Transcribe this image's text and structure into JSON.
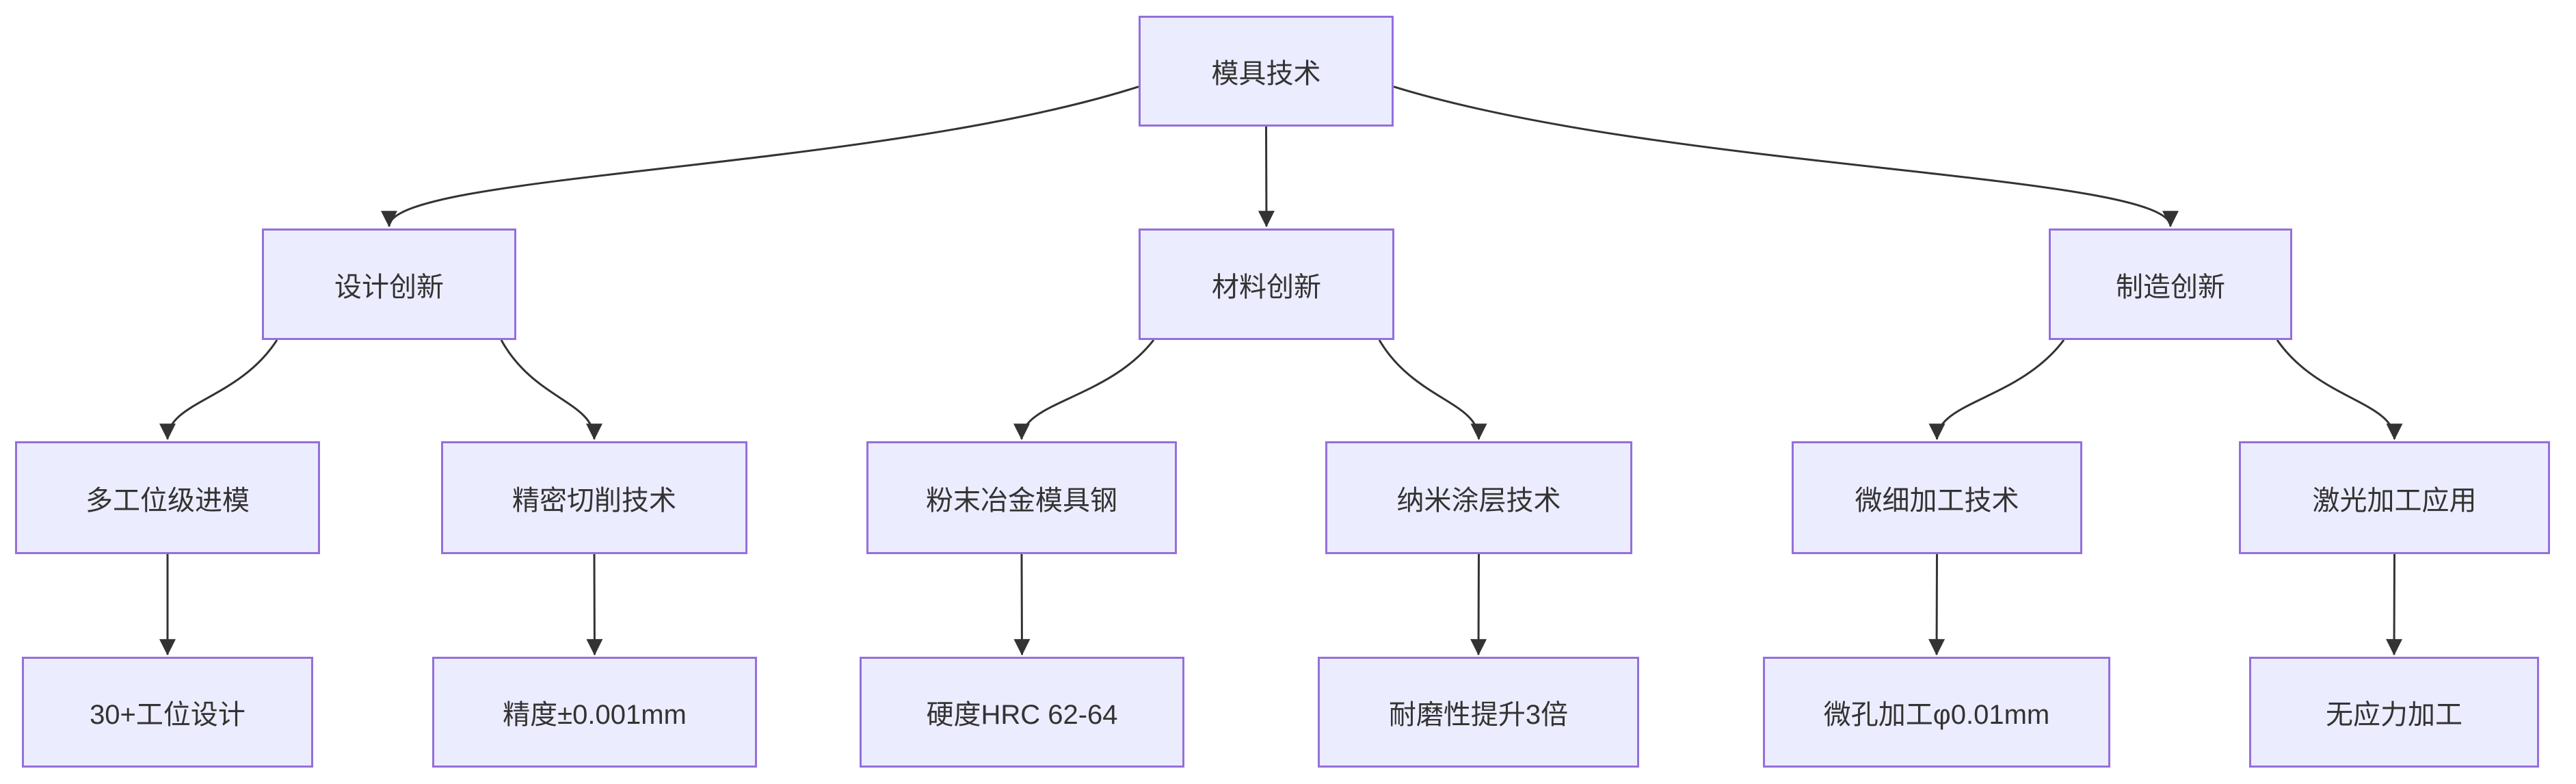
{
  "colors": {
    "node_fill": "#ECECFF",
    "node_border": "#9370DB",
    "edge": "#333333",
    "text": "#333333"
  },
  "nodes": [
    {
      "id": "root",
      "label": "模具技术"
    },
    {
      "id": "design",
      "label": "设计创新"
    },
    {
      "id": "material",
      "label": "材料创新"
    },
    {
      "id": "manufacturing",
      "label": "制造创新"
    },
    {
      "id": "multi-station",
      "label": "多工位级进模"
    },
    {
      "id": "precision-cutting",
      "label": "精密切削技术"
    },
    {
      "id": "powder-steel",
      "label": "粉末冶金模具钢"
    },
    {
      "id": "nano-coating",
      "label": "纳米涂层技术"
    },
    {
      "id": "micro-machining",
      "label": "微细加工技术"
    },
    {
      "id": "laser-machining",
      "label": "激光加工应用"
    },
    {
      "id": "station-design",
      "label": "30+工位设计"
    },
    {
      "id": "precision-value",
      "label": "精度±0.001mm"
    },
    {
      "id": "hardness-value",
      "label": "硬度HRC 62-64"
    },
    {
      "id": "wear-value",
      "label": "耐磨性提升3倍"
    },
    {
      "id": "microhole-value",
      "label": "微孔加工φ0.01mm"
    },
    {
      "id": "stressfree-value",
      "label": "无应力加工"
    }
  ],
  "edges": [
    {
      "from": "root",
      "to": "design"
    },
    {
      "from": "root",
      "to": "material"
    },
    {
      "from": "root",
      "to": "manufacturing"
    },
    {
      "from": "design",
      "to": "multi-station"
    },
    {
      "from": "design",
      "to": "precision-cutting"
    },
    {
      "from": "material",
      "to": "powder-steel"
    },
    {
      "from": "material",
      "to": "nano-coating"
    },
    {
      "from": "manufacturing",
      "to": "micro-machining"
    },
    {
      "from": "manufacturing",
      "to": "laser-machining"
    },
    {
      "from": "multi-station",
      "to": "station-design"
    },
    {
      "from": "precision-cutting",
      "to": "precision-value"
    },
    {
      "from": "powder-steel",
      "to": "hardness-value"
    },
    {
      "from": "nano-coating",
      "to": "wear-value"
    },
    {
      "from": "micro-machining",
      "to": "microhole-value"
    },
    {
      "from": "laser-machining",
      "to": "stressfree-value"
    }
  ]
}
